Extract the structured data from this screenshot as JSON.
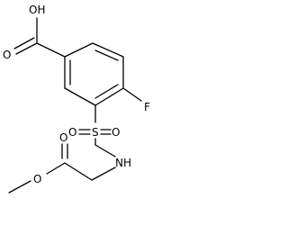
{
  "molecule": {
    "atom_labels": {
      "carboxyl_oh": "OH",
      "carboxyl_o": "O",
      "fluorine": "F",
      "sulfur": "S",
      "sulfonyl_o_left": "O",
      "sulfonyl_o_right": "O",
      "amide_nh": "NH",
      "ester_carbonyl_o": "O",
      "ester_o": "O"
    }
  }
}
